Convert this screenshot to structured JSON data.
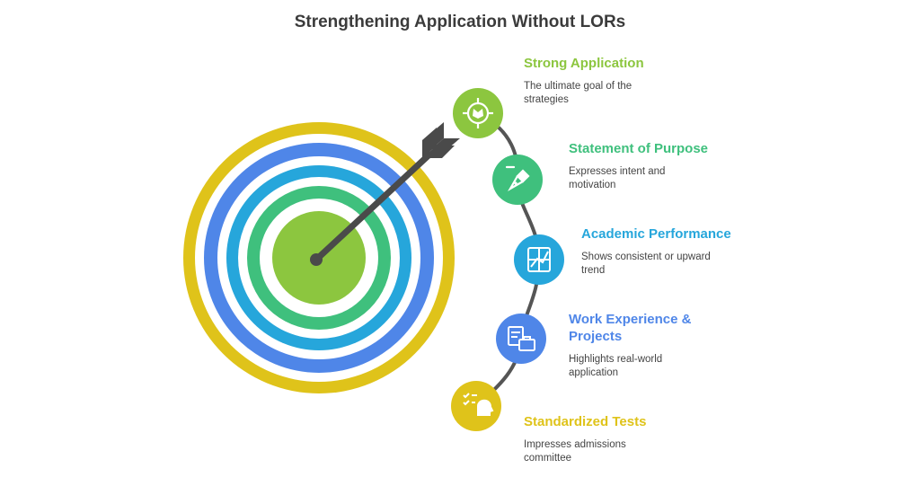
{
  "title": "Strengthening Application Without LORs",
  "colors": {
    "yellow": "#dfc31a",
    "blue": "#4f86e8",
    "sky": "#26a6db",
    "green": "#3fc07d",
    "lime": "#8cc63f",
    "arrow": "#4a4a4a",
    "path": "#555555"
  },
  "items": [
    {
      "title": "Strong Application",
      "desc_lines": [
        "The ultimate goal of the",
        "strategies"
      ],
      "color": "#8cc63f",
      "icon": "target-icon"
    },
    {
      "title": "Statement of Purpose",
      "desc_lines": [
        "Expresses intent and",
        "motivation"
      ],
      "color": "#3fc07d",
      "icon": "pen-nib-icon"
    },
    {
      "title": "Academic Performance",
      "desc_lines": [
        "Shows consistent or upward",
        "trend"
      ],
      "color": "#26a6db",
      "icon": "chart-icon"
    },
    {
      "title_lines": [
        "Work Experience &",
        "Projects"
      ],
      "desc_lines": [
        "Highlights real-world",
        "application"
      ],
      "color": "#4f86e8",
      "icon": "briefcase-icon"
    },
    {
      "title": "Standardized Tests",
      "desc_lines": [
        "Impresses admissions",
        "committee"
      ],
      "color": "#dfc31a",
      "icon": "checklist-head-icon"
    }
  ]
}
